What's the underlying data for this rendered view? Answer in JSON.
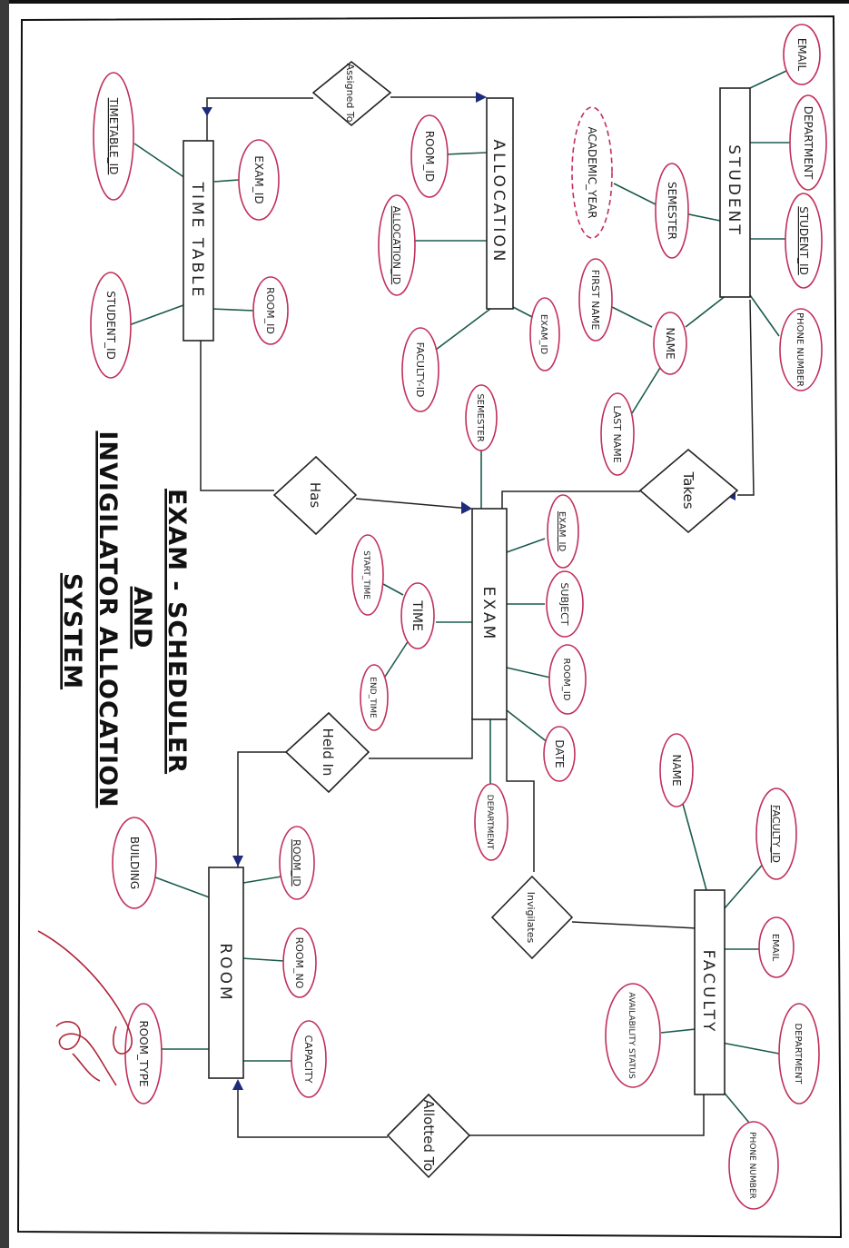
{
  "title": {
    "line1": "EXAM - SCHEDULER",
    "line2": "AND",
    "line3": "INVIGILATOR ALLOCATION",
    "line4": "SYSTEM"
  },
  "entities": {
    "student": "STUDENT",
    "allocation": "ALLOCATION",
    "timetable": "TIME TABLE",
    "exam": "EXAM",
    "room": "ROOM",
    "faculty": "FACULTY"
  },
  "relationships": {
    "assigned_to": "Assigned To",
    "has": "Has",
    "takes": "Takes",
    "held_in": "Held In",
    "invigilates": "Invigilates",
    "allotted_to": "Allotted To"
  },
  "attributes": {
    "student_email": "EMAIL",
    "student_department": "DEPARTMENT",
    "student_id": "STUDENT_ID",
    "student_phone": "PHONE NUMBER",
    "student_semester": "SEMESTER",
    "student_academic_year": "ACADEMIC_YEAR",
    "student_name": "NAME",
    "first_name": "FIRST NAME",
    "last_name": "LAST NAME",
    "alloc_room_id": "ROOM_ID",
    "allocation_id": "ALLOCATION_ID",
    "alloc_faculty_id": "FACULTY-ID",
    "alloc_exam_id": "EXAM_ID",
    "tt_timetable_id": "TIMETABLE_ID",
    "tt_exam_id": "EXAM_ID",
    "tt_room_id": "ROOM_ID",
    "tt_student_id": "STUDENT_ID",
    "exam_semester": "SEMESTER",
    "exam_exam_id": "EXAM_ID",
    "exam_subject": "SUBJECT",
    "exam_room_id": "ROOM_ID",
    "exam_date": "DATE",
    "exam_department": "DEPARTMENT",
    "exam_time": "TIME",
    "exam_start_time": "START_TIME",
    "exam_end_time": "END_TIME",
    "room_building": "BUILDING",
    "room_room_id": "ROOM_ID",
    "room_room_no": "ROOM_NO",
    "room_capacity": "CAPACITY",
    "room_type": "ROOM_TYPE",
    "faculty_name": "NAME",
    "faculty_id": "FACULTY_ID",
    "faculty_email": "EMAIL",
    "faculty_department": "DEPARTMENT",
    "faculty_availability": "AVAILABILITY STATUS",
    "faculty_phone": "PHONE NUMBER"
  },
  "colors": {
    "attribute_outline": "#c0305a",
    "attribute_edge": "#1a5a4e",
    "arrowhead": "#1e2a7a",
    "ink": "#222222"
  }
}
